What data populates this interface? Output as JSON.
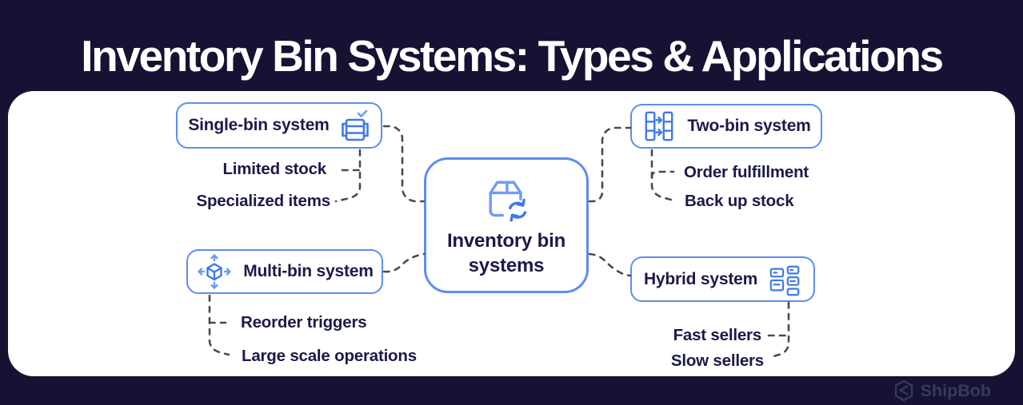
{
  "title": "Inventory Bin Systems: Types & Applications",
  "center": {
    "label": "Inventory bin systems",
    "icon": "box-recycle-icon"
  },
  "nodes": [
    {
      "label": "Single-bin system",
      "icon": "single-bin-icon",
      "children": [
        "Limited stock",
        "Specialized items"
      ]
    },
    {
      "label": "Two-bin system",
      "icon": "two-bin-icon",
      "children": [
        "Order fulfillment",
        "Back up stock"
      ]
    },
    {
      "label": "Multi-bin system",
      "icon": "multi-bin-icon",
      "children": [
        "Reorder triggers",
        "Large scale operations"
      ]
    },
    {
      "label": "Hybrid system",
      "icon": "hybrid-icon",
      "children": [
        "Fast sellers",
        "Slow sellers"
      ]
    }
  ],
  "footer": {
    "brand": "ShipBob"
  },
  "colors": {
    "background": "#161234",
    "panel": "#ffffff",
    "node_border_blue": "#5d8df2",
    "icon_blue": "#3e78ec",
    "icon_blue_light": "#6d9cf5",
    "text_navy": "#1a1a4a",
    "connector_gray": "#4b4952",
    "brand_gray": "#3a3860"
  }
}
